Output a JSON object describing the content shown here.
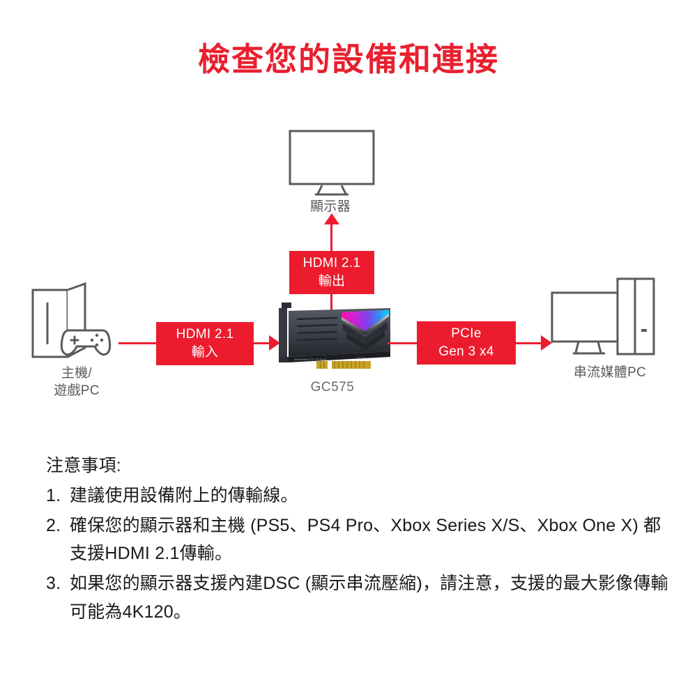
{
  "title": "檢查您的設備和連接",
  "colors": {
    "accent_red": "#ec1c2e",
    "device_gray": "#5a5a5a",
    "text_dark": "#1a1a1a"
  },
  "diagram": {
    "monitor": {
      "label": "顯示器",
      "icon": "monitor-icon"
    },
    "console": {
      "label": "主機/\n遊戲PC",
      "icon": "game-console-icon"
    },
    "streaming_pc": {
      "label": "串流媒體PC",
      "icon": "desktop-pc-icon"
    },
    "capture_card": {
      "label": "GC575",
      "icon": "capture-card-icon"
    },
    "boxes": [
      {
        "id": "hdmi-out",
        "line1": "HDMI 2.1",
        "line2": "輸出"
      },
      {
        "id": "hdmi-in",
        "line1": "HDMI 2.1",
        "line2": "輸入"
      },
      {
        "id": "pcie",
        "line1": "PCIe",
        "line2": "Gen 3 x4"
      }
    ]
  },
  "notes": {
    "heading": "注意事項:",
    "items": [
      {
        "num": "1.",
        "text": "建議使用設備附上的傳輸線。"
      },
      {
        "num": "2.",
        "text": "確保您的顯示器和主機 (PS5、PS4 Pro、Xbox Series X/S、Xbox One X) 都支援HDMI 2.1傳輸。"
      },
      {
        "num": "3.",
        "text": "如果您的顯示器支援內建DSC (顯示串流壓縮)，請注意，支援的最大影像傳輸可能為4K120。"
      }
    ]
  }
}
